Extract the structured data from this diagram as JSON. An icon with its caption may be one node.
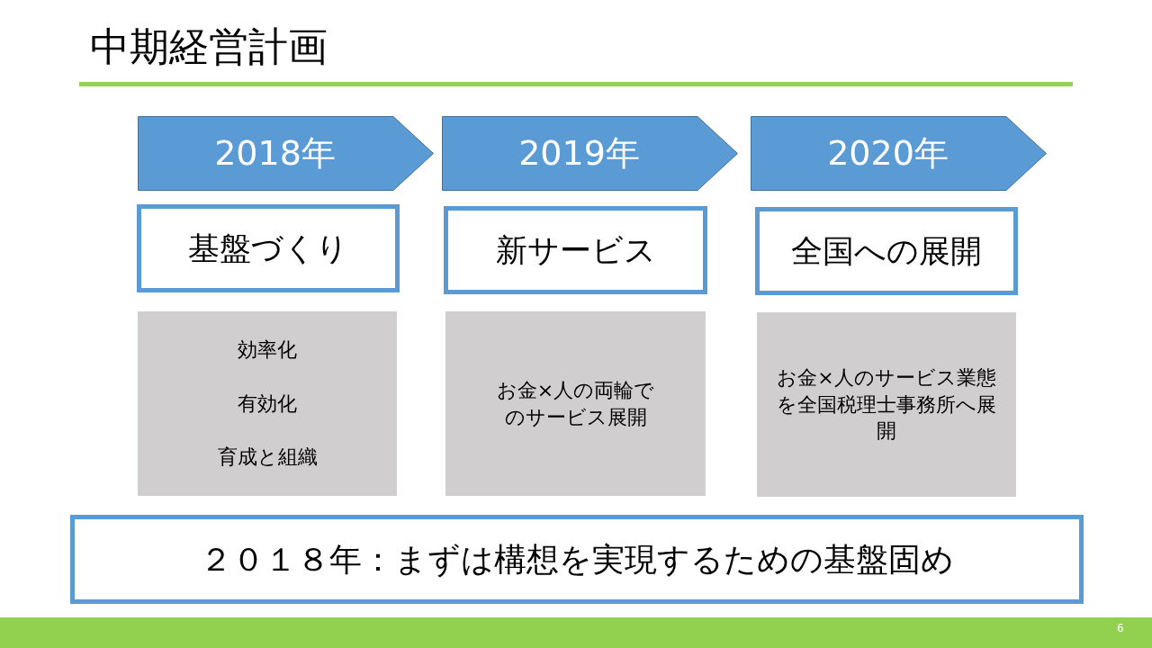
{
  "diagram": {
    "title": "中期経営計画",
    "nodes": [
      {
        "text": [
          "2018年"
        ]
      },
      {
        "text": [
          "2019年"
        ]
      },
      {
        "text": [
          "2020年"
        ]
      },
      {
        "text": [
          "基盤づくり"
        ]
      },
      {
        "text": [
          "新サービス"
        ]
      },
      {
        "text": [
          "全国への展開"
        ]
      },
      {
        "text": [
          "効率化",
          "有効化",
          "育成と組織"
        ]
      },
      {
        "text": [
          "お金×人の両輪でのサービス展開"
        ]
      },
      {
        "text": [
          "お金×人のサービス業態を全国税理士事務所へ展開"
        ]
      },
      {
        "text": [
          "２０１８年：まずは構想を実現するための基盤固め"
        ]
      }
    ],
    "labels": [
      "6"
    ]
  }
}
